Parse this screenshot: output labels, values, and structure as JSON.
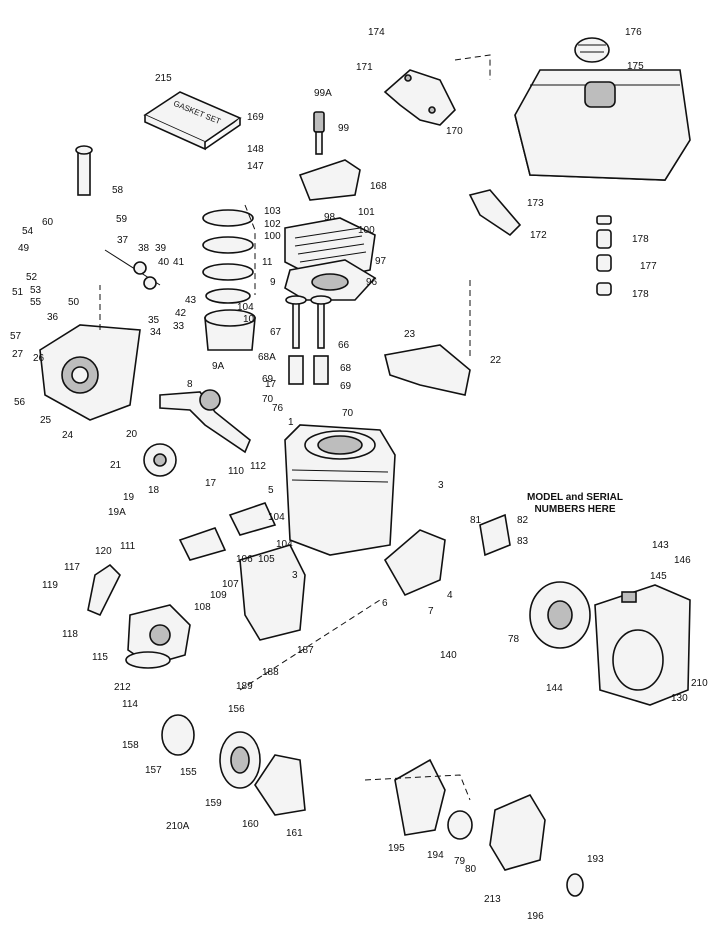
{
  "note": {
    "line1": "MODEL and SERIAL",
    "line2": "NUMBERS HERE"
  },
  "gasket_set_text": "GASKET SET",
  "labels": {
    "l174": "174",
    "l176": "176",
    "l171": "171",
    "l175": "175",
    "l215": "215",
    "l99a": "99A",
    "l169": "169",
    "l99": "99",
    "l170": "170",
    "l148": "148",
    "l147": "147",
    "l58": "58",
    "l168": "168",
    "l173": "173",
    "l103": "103",
    "l102": "102",
    "l100a": "100",
    "l98": "98",
    "l101": "101",
    "l100b": "100",
    "l172": "172",
    "l59": "59",
    "l60": "60",
    "l54": "54",
    "l49": "49",
    "l37": "37",
    "l38": "38",
    "l39": "39",
    "l40": "40",
    "l41": "41",
    "l11": "11",
    "l97": "97",
    "l178a": "178",
    "l177": "177",
    "l178b": "178",
    "l51": "51",
    "l52": "52",
    "l43": "43",
    "l9": "9",
    "l96": "96",
    "l53": "53",
    "l55": "55",
    "l50": "50",
    "l35": "35",
    "l42": "42",
    "l104a": "104",
    "l10": "10",
    "l57": "57",
    "l36": "36",
    "l33": "33",
    "l34": "34",
    "l67": "67",
    "l23": "23",
    "l27": "27",
    "l26": "26",
    "l9a": "9A",
    "l66": "66",
    "l68a": "68A",
    "l68": "68",
    "l22": "22",
    "l69a": "69",
    "l69b": "69",
    "l17a": "17",
    "l56": "56",
    "l25": "25",
    "l8": "8",
    "l70a": "70",
    "l70b": "70",
    "l24": "24",
    "l76": "76",
    "l1": "1",
    "l20": "20",
    "l21": "21",
    "l110": "110",
    "l112": "112",
    "l3a": "3",
    "l17b": "17",
    "l18": "18",
    "l5": "5",
    "l19": "19",
    "l19a": "19A",
    "l81": "81",
    "l82": "82",
    "l104b": "104",
    "l111": "111",
    "l106": "106",
    "l105": "105",
    "l83": "83",
    "l143": "143",
    "l120": "120",
    "l117": "117",
    "l3b": "3",
    "l146": "146",
    "l107": "107",
    "l145": "145",
    "l119": "119",
    "l109": "109",
    "l6": "6",
    "l4": "4",
    "l108": "108",
    "l7": "7",
    "l118": "118",
    "l78": "78",
    "l187": "187",
    "l115": "115",
    "l140": "140",
    "l188": "188",
    "l210a": "210",
    "l212": "212",
    "l189": "189",
    "l114": "114",
    "l144": "144",
    "l130": "130",
    "l156": "156",
    "l158": "158",
    "l157": "157",
    "l155": "155",
    "l159": "159",
    "l210b": "210A",
    "l160": "160",
    "l161": "161",
    "l193": "193",
    "l195": "195",
    "l194": "194",
    "l79": "79",
    "l80": "80",
    "l213": "213",
    "l196": "196"
  }
}
